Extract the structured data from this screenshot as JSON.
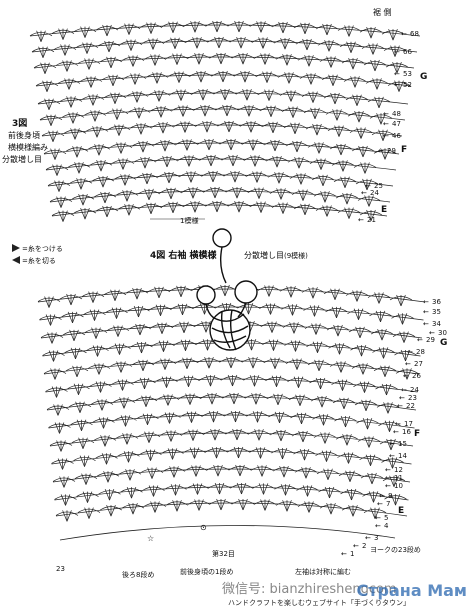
{
  "top_section": {
    "heading": "裾 側",
    "title_lines": [
      "3図",
      "前後身頃",
      "横模様編み",
      "分散増し目"
    ],
    "section_letters": [
      "G",
      "F",
      "E"
    ],
    "row_numbers": [
      "68",
      "66",
      "53",
      "52",
      "48",
      "47",
      "46",
      "29",
      "25",
      "24",
      "21"
    ],
    "repeat_label": "1模様"
  },
  "legend": {
    "attach": "=糸をつける",
    "cut": "=糸を切る"
  },
  "bottom_section": {
    "title_main": "4図 右袖 横模様",
    "title_sub": "分散増し目",
    "title_note": "(9模様)",
    "section_letters": [
      "G",
      "F",
      "E"
    ],
    "row_numbers": [
      "36",
      "35",
      "34",
      "30",
      "29",
      "28",
      "27",
      "26",
      "24",
      "23",
      "22",
      "17",
      "16",
      "15",
      "14",
      "12",
      "11",
      "10",
      "8",
      "7",
      "5",
      "4",
      "3",
      "2",
      "1"
    ],
    "label_32": "第32目",
    "label_front": "前後身頃の1段め",
    "label_back8": "後ろ8段め",
    "label_yoke": "ヨークの23段め",
    "label_left": "左袖は対称に編む",
    "label_23": "23"
  },
  "footer": {
    "wechat": "微信号: bianzhireshengcom",
    "credit": "ハンドクラフトを楽しむウェブサイト「手づくりタウン」",
    "watermark": "Страна Мам"
  }
}
